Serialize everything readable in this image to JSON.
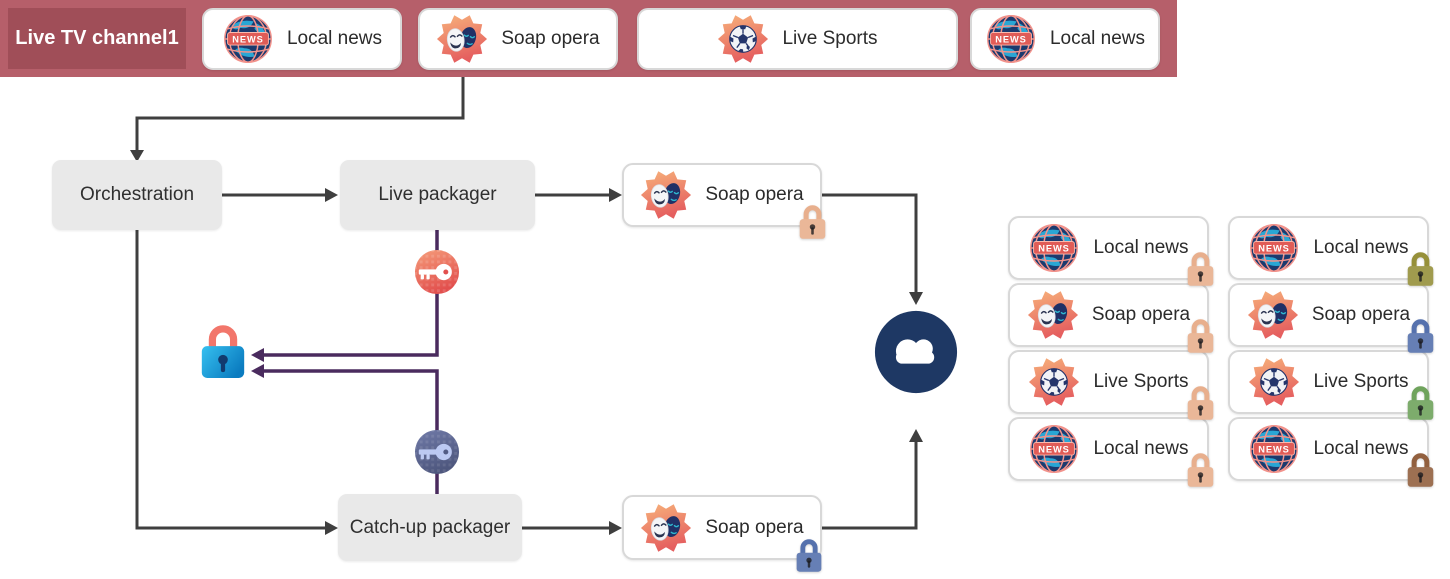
{
  "top_bar": {
    "label": "Live TV channel1",
    "programs": [
      {
        "icon": "news",
        "label": "Local news"
      },
      {
        "icon": "soap",
        "label": "Soap opera"
      },
      {
        "icon": "sports",
        "label": "Live Sports"
      },
      {
        "icon": "news",
        "label": "Local news"
      }
    ]
  },
  "flow": {
    "orchestration": "Orchestration",
    "live_packager": "Live packager",
    "catchup_packager": "Catch-up packager",
    "live_output": {
      "icon": "soap",
      "label": "Soap opera",
      "lock": "peach"
    },
    "catchup_output": {
      "icon": "soap",
      "label": "Soap opera",
      "lock": "navy"
    }
  },
  "outputs": {
    "column1": [
      {
        "icon": "news",
        "label": "Local news",
        "lock": "peach"
      },
      {
        "icon": "soap",
        "label": "Soap opera",
        "lock": "peach"
      },
      {
        "icon": "sports",
        "label": "Live Sports",
        "lock": "peach"
      },
      {
        "icon": "news",
        "label": "Local news",
        "lock": "peach"
      }
    ],
    "column2": [
      {
        "icon": "news",
        "label": "Local news",
        "lock": "olive"
      },
      {
        "icon": "soap",
        "label": "Soap opera",
        "lock": "navy"
      },
      {
        "icon": "sports",
        "label": "Live Sports",
        "lock": "green"
      },
      {
        "icon": "news",
        "label": "Local news",
        "lock": "brown"
      }
    ]
  },
  "icons": {
    "news_badge_text": "NEWS"
  },
  "colors": {
    "top_bar_bg": "#b65f6a",
    "top_bar_label_bg": "#a04e58",
    "node_bg": "#e9e9e9",
    "connector": "#3f3f3f",
    "key_connector": "#4a2b5e",
    "cloud_bg": "#1e3864",
    "big_lock_body": "#18a2e0",
    "big_lock_shackle": "#f2766b",
    "key_red": "#e6564f",
    "key_blue": "#5b6491",
    "locks": {
      "peach": "#e8af8d",
      "olive": "#96903a",
      "navy": "#5571ad",
      "green": "#6fa35c",
      "brown": "#92603f"
    }
  }
}
